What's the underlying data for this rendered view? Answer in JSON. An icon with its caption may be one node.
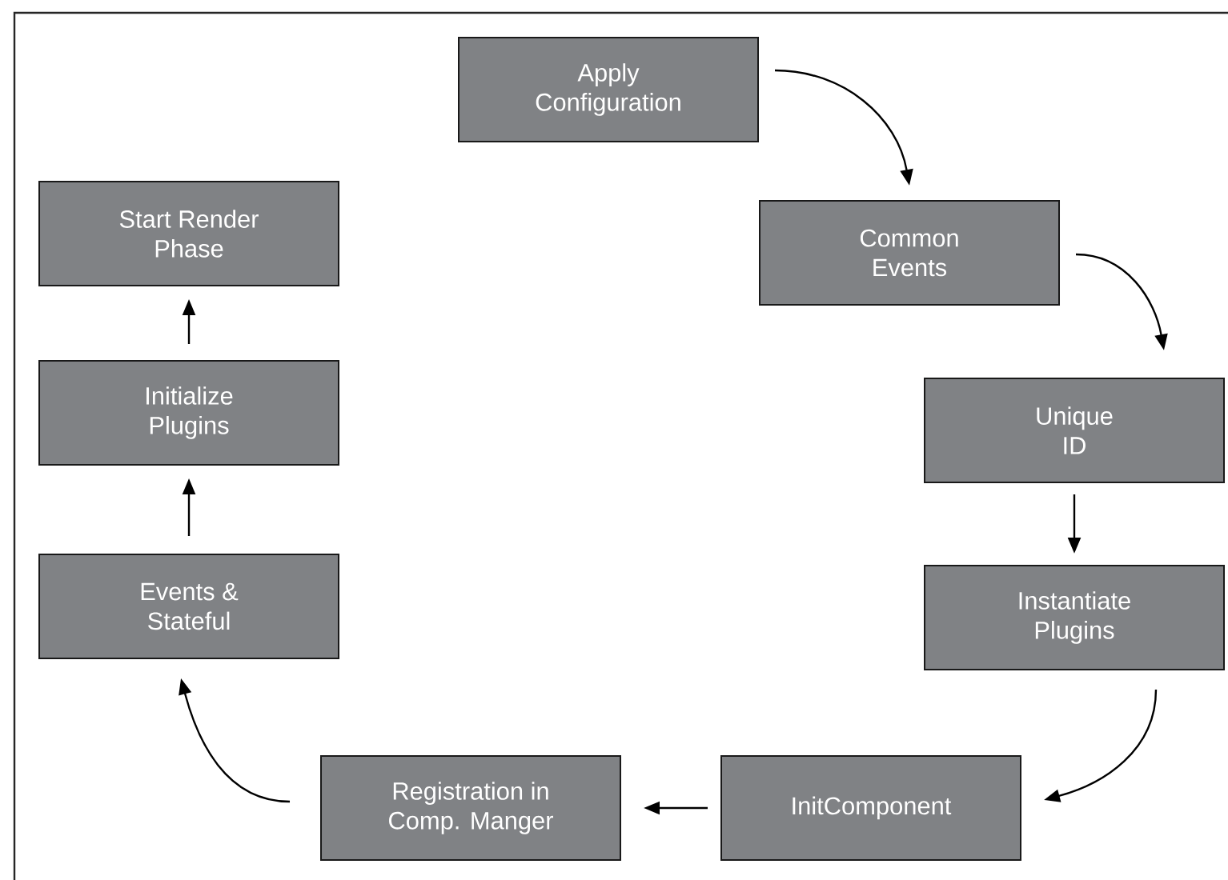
{
  "diagram": {
    "nodes": [
      {
        "text": [
          "Apply Configuration"
        ]
      },
      {
        "text": [
          "Common Events"
        ]
      },
      {
        "text": [
          "Unique ID"
        ]
      },
      {
        "text": [
          "Instantiate Plugins"
        ]
      },
      {
        "text": [
          "InitComponent"
        ]
      },
      {
        "text": [
          "Registration in Comp. Manger"
        ]
      },
      {
        "text": [
          "Events & Stateful"
        ]
      },
      {
        "text": [
          "Initialize Plugins"
        ]
      },
      {
        "text": [
          "Start Render Phase"
        ]
      }
    ],
    "edges": [
      {
        "from": 0,
        "to": 1,
        "arrow": "to"
      },
      {
        "from": 1,
        "to": 2,
        "arrow": "to"
      },
      {
        "from": 2,
        "to": 3,
        "arrow": "to"
      },
      {
        "from": 3,
        "to": 4,
        "arrow": "to"
      },
      {
        "from": 4,
        "to": 5,
        "arrow": "to"
      },
      {
        "from": 5,
        "to": 6,
        "arrow": "to"
      },
      {
        "from": 6,
        "to": 7,
        "arrow": "to"
      },
      {
        "from": 7,
        "to": 8,
        "arrow": "to"
      }
    ]
  }
}
